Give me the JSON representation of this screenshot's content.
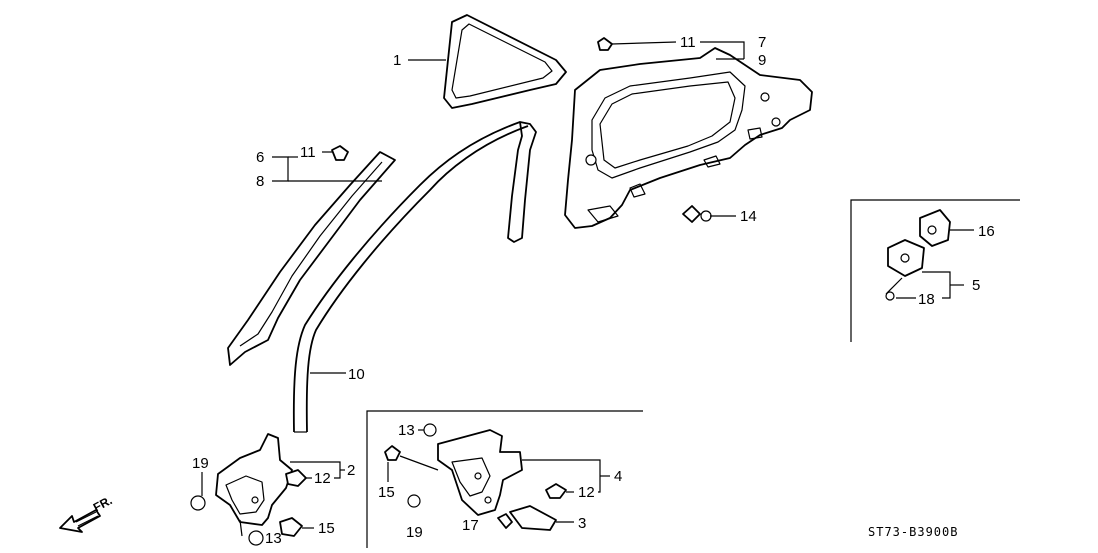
{
  "diagram": {
    "callouts": {
      "c1": "1",
      "c2": "2",
      "c3": "3",
      "c4": "4",
      "c5": "5",
      "c6": "6",
      "c7": "7",
      "c8": "8",
      "c9": "9",
      "c10": "10",
      "c11a": "11",
      "c11b": "11",
      "c12a": "12",
      "c12b": "12",
      "c13a": "13",
      "c13b": "13",
      "c14": "14",
      "c15a": "15",
      "c15b": "15",
      "c16": "16",
      "c17": "17",
      "c18": "18",
      "c19a": "19",
      "c19b": "19"
    },
    "direction_label": "FR.",
    "diagram_code": "ST73-B3900B"
  }
}
